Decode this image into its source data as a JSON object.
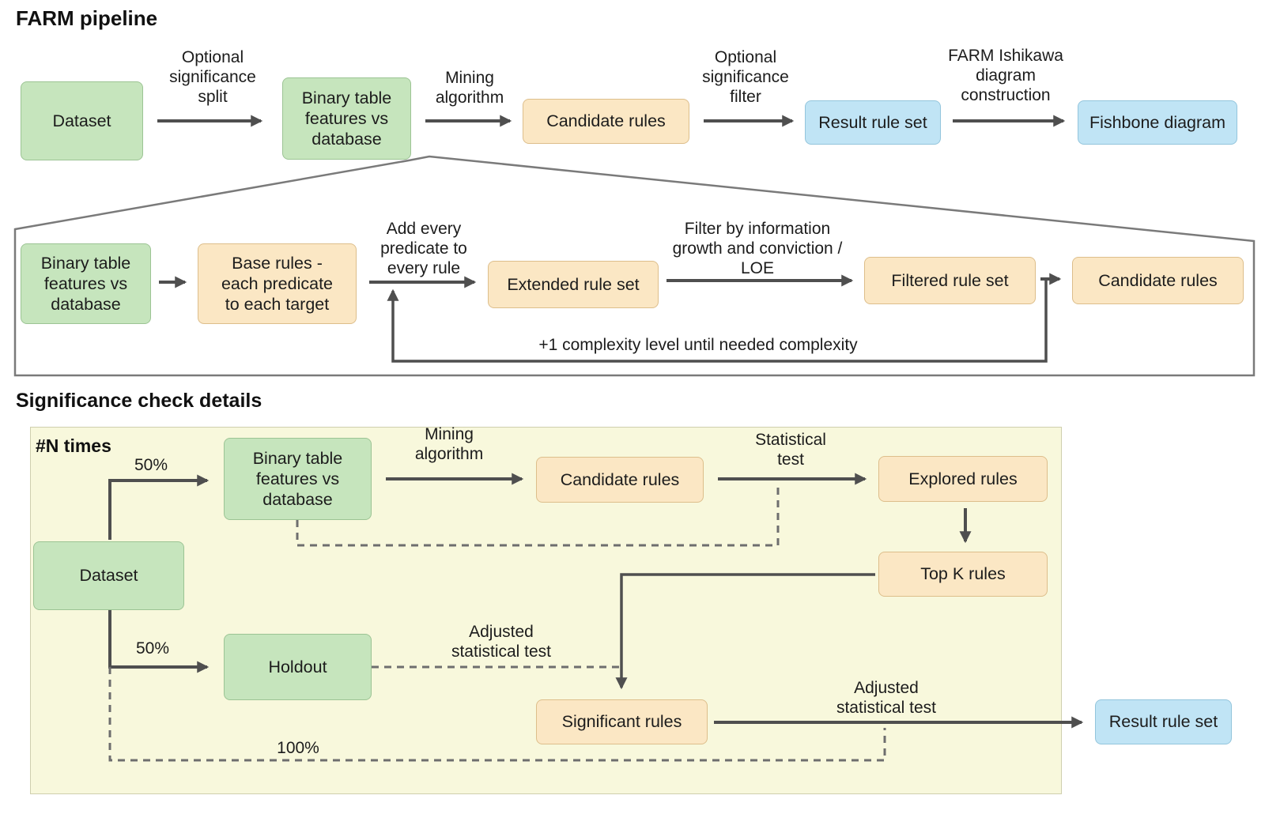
{
  "titles": {
    "pipeline": "FARM pipeline",
    "significance": "Significance check details",
    "n_times": "#N times"
  },
  "colors": {
    "node_green": "#c6e5bd",
    "node_orange": "#fbe7c4",
    "node_blue": "#c0e4f5",
    "panel_yellow": "#f8f8dc",
    "line_solid": "#4f4f4f",
    "line_dashed": "#6e6e6e"
  },
  "pipeline": {
    "nodes": [
      {
        "id": "dataset",
        "label": "Dataset"
      },
      {
        "id": "binary-table",
        "label": "Binary table features vs database"
      },
      {
        "id": "candidate-rules",
        "label": "Candidate rules"
      },
      {
        "id": "result-rule-set",
        "label": "Result rule set"
      },
      {
        "id": "fishbone-diagram",
        "label": "Fishbone diagram"
      }
    ],
    "edges": [
      {
        "label": "Optional significance split"
      },
      {
        "label": "Mining algorithm"
      },
      {
        "label": "Optional significance filter"
      },
      {
        "label": "FARM Ishikawa diagram construction"
      }
    ]
  },
  "mining_detail": {
    "nodes": [
      {
        "id": "binary-table",
        "label": "Binary table features vs database"
      },
      {
        "id": "base-rules",
        "label": "Base rules - each predicate to each target"
      },
      {
        "id": "extended-rule-set",
        "label": "Extended rule set"
      },
      {
        "id": "filtered-rule-set",
        "label": "Filtered rule set"
      },
      {
        "id": "candidate-rules",
        "label": "Candidate rules"
      }
    ],
    "edges": [
      {
        "label": "Add every predicate to every rule"
      },
      {
        "label": "Filter by information growth and conviction / LOE"
      }
    ],
    "loop_label": "+1 complexity level until needed complexity"
  },
  "significance": {
    "split_labels": [
      "50%",
      "50%",
      "100%"
    ],
    "nodes": [
      {
        "id": "dataset",
        "label": "Dataset"
      },
      {
        "id": "binary-table",
        "label": "Binary table features vs database"
      },
      {
        "id": "candidate-rules",
        "label": "Candidate rules"
      },
      {
        "id": "explored-rules",
        "label": "Explored rules"
      },
      {
        "id": "top-k-rules",
        "label": "Top K rules"
      },
      {
        "id": "holdout",
        "label": "Holdout"
      },
      {
        "id": "significant-rules",
        "label": "Significant rules"
      },
      {
        "id": "result-rule-set",
        "label": "Result rule set"
      }
    ],
    "edges": [
      {
        "label": "Mining algorithm"
      },
      {
        "label": "Statistical test"
      },
      {
        "label": "Adjusted statistical test"
      },
      {
        "label": "Adjusted statistical test"
      }
    ]
  }
}
